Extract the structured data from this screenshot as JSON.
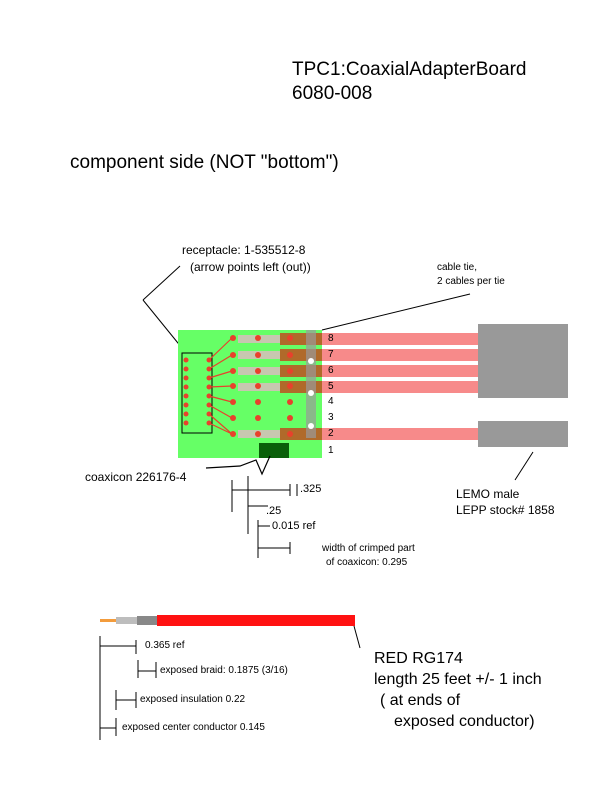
{
  "title": {
    "line1": "TPC1:CoaxialAdapterBoard",
    "line2": "6080-008"
  },
  "side_label": "component side (NOT \"bottom\")",
  "receptacle": {
    "line1": "receptacle: 1-535512-8",
    "line2": "(arrow points left (out))"
  },
  "cable_tie": {
    "line1": "cable tie,",
    "line2": "2 cables per tie"
  },
  "pin_numbers": [
    "8",
    "7",
    "6",
    "5",
    "4",
    "3",
    "2",
    "1"
  ],
  "coaxicon": "coaxicon 226176-4",
  "lemo": {
    "line1": "LEMO male",
    "line2": "LEPP stock# 1858"
  },
  "dimensions": {
    "d325": ".325",
    "d25": ".25",
    "d015": "0.015 ref",
    "crimp_line1": "width of crimped part",
    "crimp_line2": "of coaxicon: 0.295"
  },
  "cable_dims": {
    "ref": "0.365 ref",
    "braid": "exposed braid:  0.1875  (3/16)",
    "insulation": "exposed insulation 0.22",
    "center": "exposed center conductor 0.145"
  },
  "cable_spec": {
    "line1": "RED RG174",
    "line2": "length 25 feet  +/- 1 inch",
    "line3": "( at ends of",
    "line4": "exposed conductor)"
  },
  "colors": {
    "board": "#66ff66",
    "cable_pink": "#f78a8a",
    "cable_red": "#ff1111",
    "pad_red": "#e8412c",
    "lemo_gray": "#999999",
    "brown": "#b06a2a",
    "dark_green": "#0a5f0a"
  }
}
